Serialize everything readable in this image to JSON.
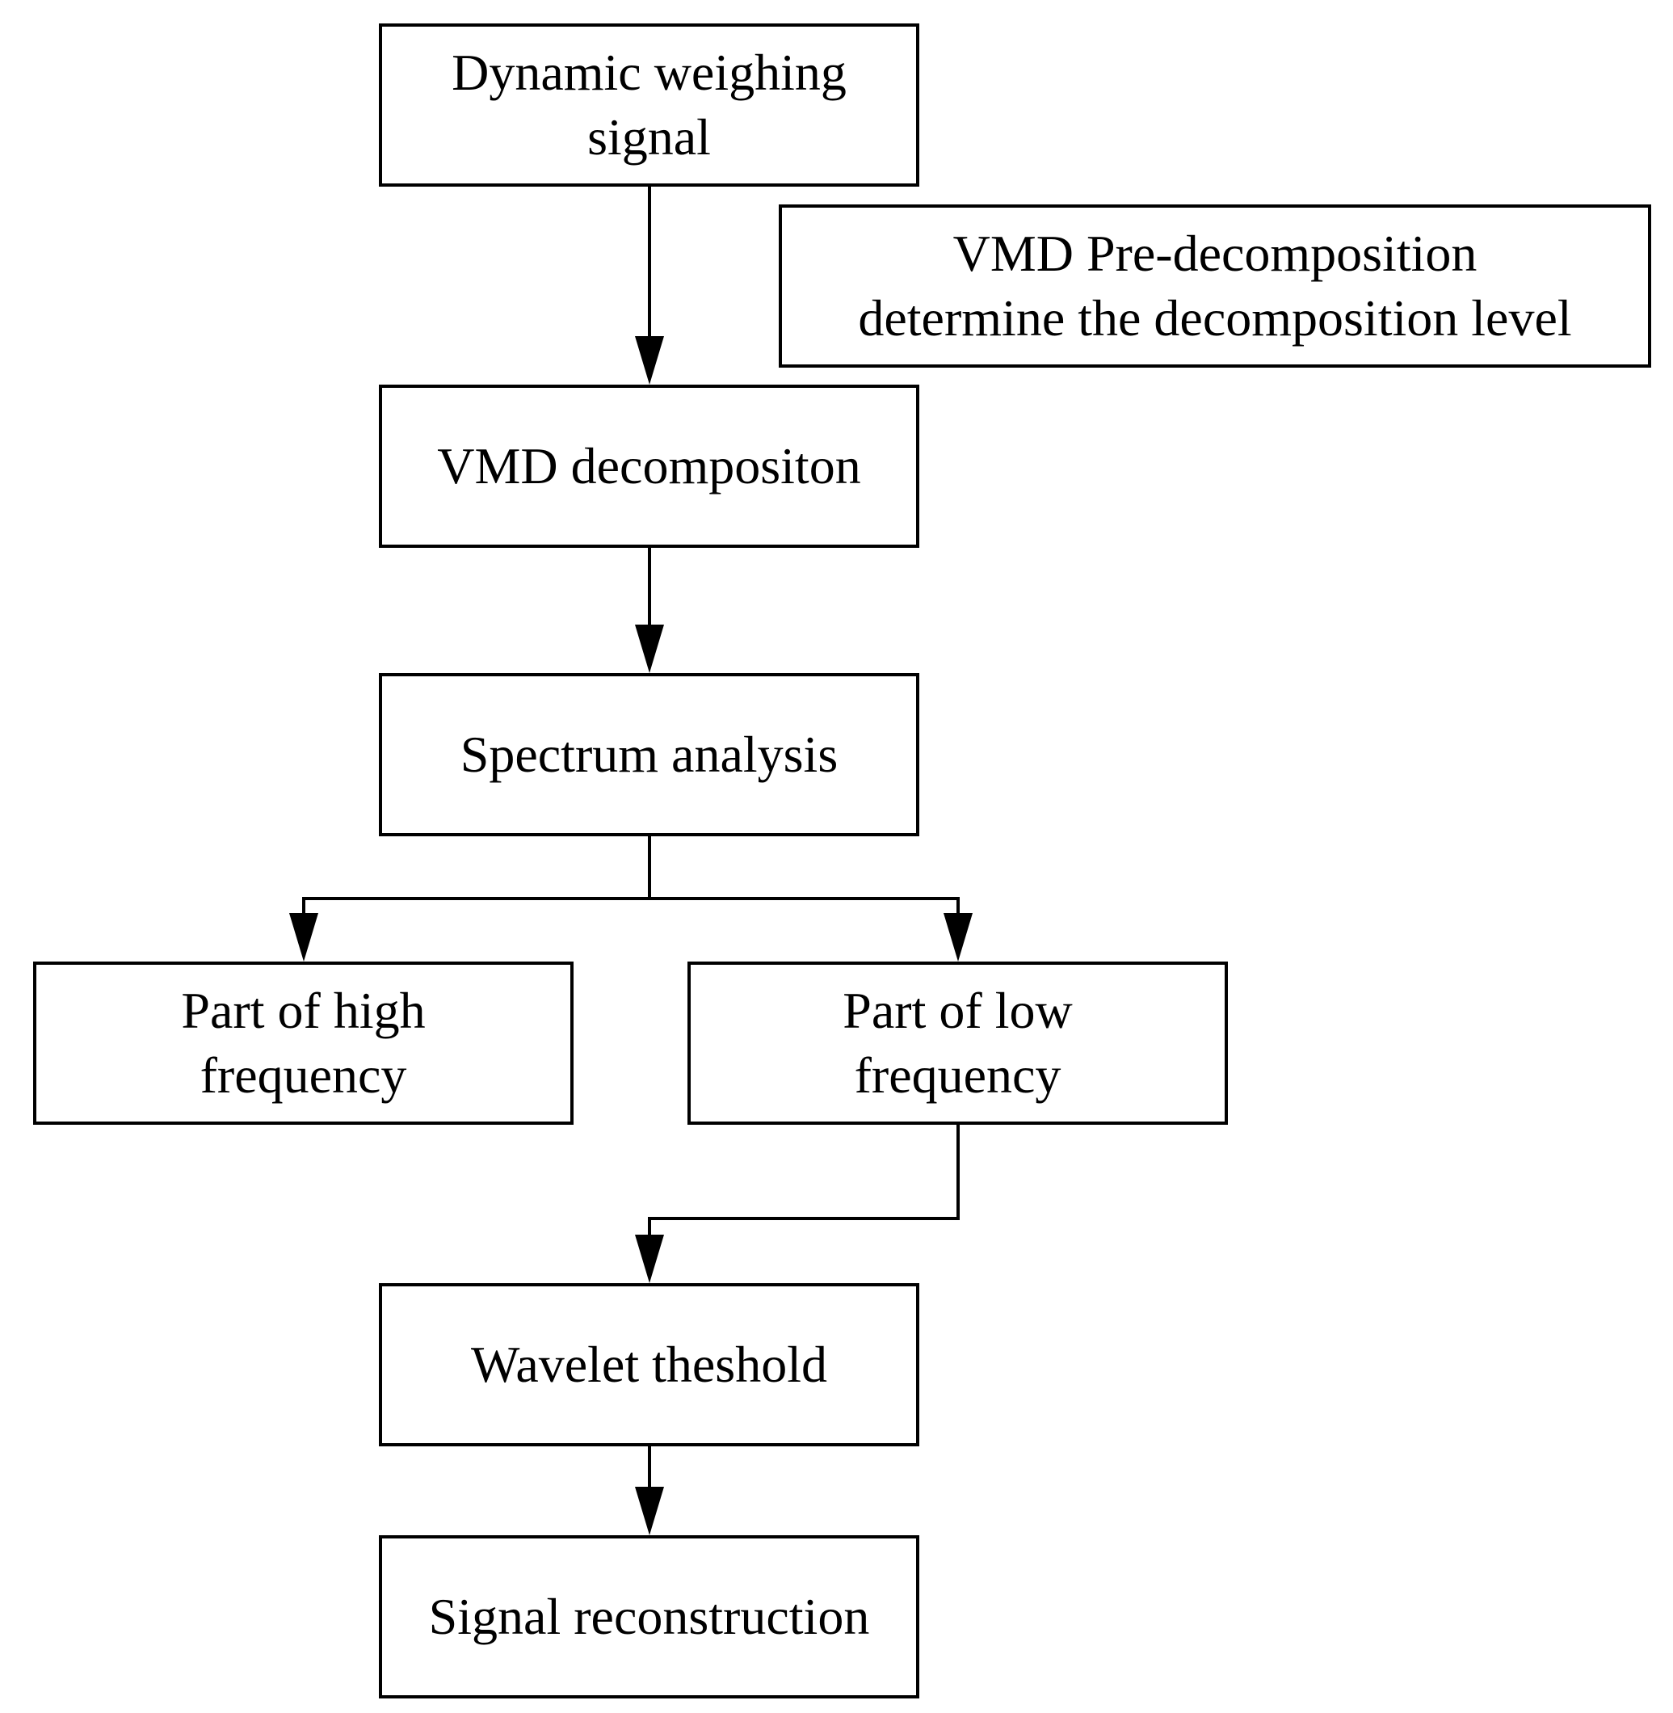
{
  "diagram": {
    "nodes": [
      {
        "id": "dynamic",
        "lines": [
          "Dynamic weighing",
          "signal"
        ]
      },
      {
        "id": "predecomp",
        "lines": [
          "VMD Pre-decomposition",
          "determine the decomposition level"
        ]
      },
      {
        "id": "vmd",
        "lines": [
          "VMD decompositon"
        ]
      },
      {
        "id": "spectrum",
        "lines": [
          "Spectrum analysis"
        ]
      },
      {
        "id": "high",
        "lines": [
          "Part of high",
          "frequency"
        ]
      },
      {
        "id": "low",
        "lines": [
          "Part of low",
          "frequency"
        ]
      },
      {
        "id": "wavelet",
        "lines": [
          "Wavelet theshold"
        ]
      },
      {
        "id": "recon",
        "lines": [
          "Signal reconstruction"
        ]
      }
    ],
    "edges": [
      {
        "from": "dynamic",
        "to": "vmd"
      },
      {
        "from": "vmd",
        "to": "spectrum"
      },
      {
        "from": "spectrum",
        "to": "high"
      },
      {
        "from": "spectrum",
        "to": "low"
      },
      {
        "from": "low",
        "to": "wavelet"
      },
      {
        "from": "wavelet",
        "to": "recon"
      }
    ],
    "colors": {
      "stroke": "#000000",
      "background": "#ffffff"
    }
  }
}
